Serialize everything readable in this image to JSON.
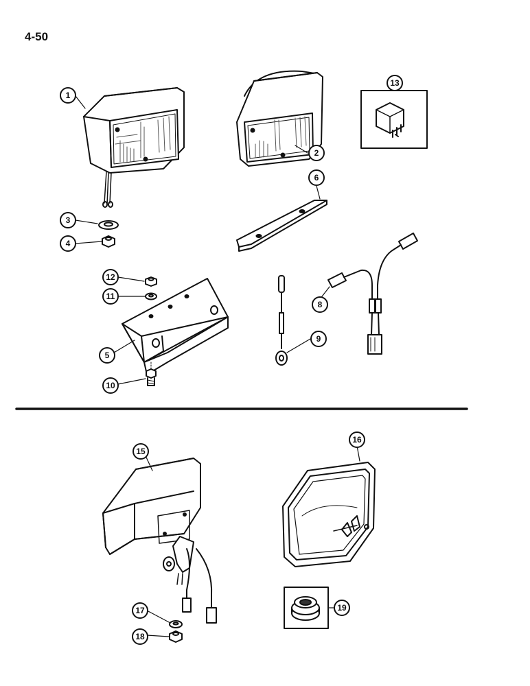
{
  "page": {
    "number": "4-50"
  },
  "callouts": [
    "1",
    "2",
    "3",
    "4",
    "5",
    "6",
    "8",
    "9",
    "10",
    "11",
    "12",
    "13",
    "15",
    "16",
    "17",
    "18",
    "19"
  ],
  "parts": [
    {
      "id": "1",
      "name": "work-lamp-square"
    },
    {
      "id": "2",
      "name": "work-lamp-round-back"
    },
    {
      "id": "3",
      "name": "washer"
    },
    {
      "id": "4",
      "name": "nut"
    },
    {
      "id": "5",
      "name": "mounting-bracket"
    },
    {
      "id": "6",
      "name": "mounting-strap"
    },
    {
      "id": "8",
      "name": "y-harness"
    },
    {
      "id": "9",
      "name": "ground-wire"
    },
    {
      "id": "10",
      "name": "bolt"
    },
    {
      "id": "11",
      "name": "lock-washer"
    },
    {
      "id": "12",
      "name": "nut"
    },
    {
      "id": "13",
      "name": "relay"
    },
    {
      "id": "15",
      "name": "flood-lamp"
    },
    {
      "id": "16",
      "name": "sealed-beam"
    },
    {
      "id": "17",
      "name": "washer"
    },
    {
      "id": "18",
      "name": "nut"
    },
    {
      "id": "19",
      "name": "grommet"
    }
  ]
}
